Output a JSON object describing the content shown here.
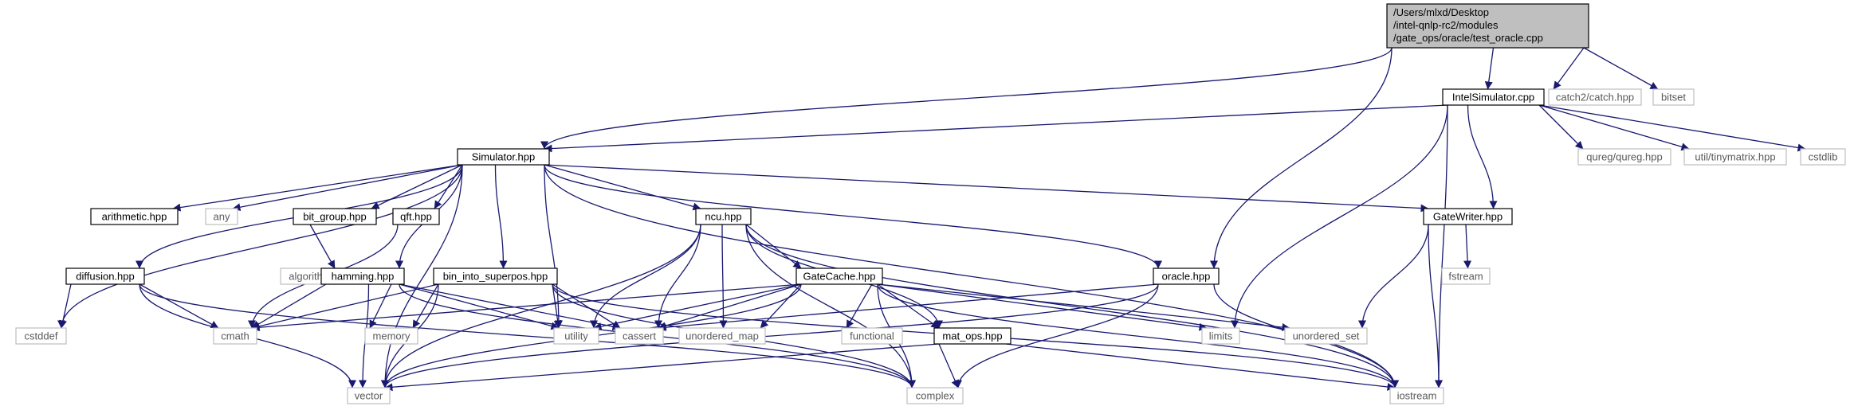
{
  "colors": {
    "edge": "#191970",
    "root_fill": "#bfbfbf",
    "root_stroke": "#000000",
    "doc_stroke": "#000000",
    "sys_stroke": "#bfbfbf",
    "text_main": "#000000",
    "text_sys": "#595959"
  },
  "nodes": {
    "root": {
      "lines": [
        "/Users/mlxd/Desktop",
        "/intel-qnlp-rc2/modules",
        "/gate_ops/oracle/test_oracle.cpp"
      ],
      "kind": "root"
    },
    "intel_simulator_cpp": {
      "label": "IntelSimulator.cpp",
      "kind": "doc"
    },
    "catch2_catch_hpp": {
      "label": "catch2/catch.hpp",
      "kind": "sys"
    },
    "bitset": {
      "label": "bitset",
      "kind": "sys"
    },
    "simulator_hpp": {
      "label": "Simulator.hpp",
      "kind": "doc"
    },
    "qureg_qureg_hpp": {
      "label": "qureg/qureg.hpp",
      "kind": "sys"
    },
    "util_tinymatrix_hpp": {
      "label": "util/tinymatrix.hpp",
      "kind": "sys"
    },
    "cstdlib": {
      "label": "cstdlib",
      "kind": "sys"
    },
    "arithmetic_hpp": {
      "label": "arithmetic.hpp",
      "kind": "doc"
    },
    "any": {
      "label": "any",
      "kind": "sys"
    },
    "bit_group_hpp": {
      "label": "bit_group.hpp",
      "kind": "doc"
    },
    "qft_hpp": {
      "label": "qft.hpp",
      "kind": "doc"
    },
    "ncu_hpp": {
      "label": "ncu.hpp",
      "kind": "doc"
    },
    "gatewriter_hpp": {
      "label": "GateWriter.hpp",
      "kind": "doc"
    },
    "diffusion_hpp": {
      "label": "diffusion.hpp",
      "kind": "doc"
    },
    "algorithm": {
      "label": "algorithm",
      "kind": "sys"
    },
    "hamming_hpp": {
      "label": "hamming.hpp",
      "kind": "doc"
    },
    "bin_into_superpos_hpp": {
      "label": "bin_into_superpos.hpp",
      "kind": "doc"
    },
    "gatecache_hpp": {
      "label": "GateCache.hpp",
      "kind": "doc"
    },
    "oracle_hpp": {
      "label": "oracle.hpp",
      "kind": "doc"
    },
    "fstream": {
      "label": "fstream",
      "kind": "sys"
    },
    "cstddef": {
      "label": "cstddef",
      "kind": "sys"
    },
    "cmath": {
      "label": "cmath",
      "kind": "sys"
    },
    "memory": {
      "label": "memory",
      "kind": "sys"
    },
    "utility": {
      "label": "utility",
      "kind": "sys"
    },
    "cassert": {
      "label": "cassert",
      "kind": "sys"
    },
    "unordered_map": {
      "label": "unordered_map",
      "kind": "sys"
    },
    "functional": {
      "label": "functional",
      "kind": "sys"
    },
    "mat_ops_hpp": {
      "label": "mat_ops.hpp",
      "kind": "doc"
    },
    "limits": {
      "label": "limits",
      "kind": "sys"
    },
    "unordered_set": {
      "label": "unordered_set",
      "kind": "sys"
    },
    "vector": {
      "label": "vector",
      "kind": "sys"
    },
    "complex": {
      "label": "complex",
      "kind": "sys"
    },
    "iostream": {
      "label": "iostream",
      "kind": "sys"
    }
  },
  "edges": [
    [
      "root",
      "simulator_hpp"
    ],
    [
      "root",
      "intel_simulator_cpp"
    ],
    [
      "root",
      "catch2_catch_hpp"
    ],
    [
      "root",
      "bitset"
    ],
    [
      "root",
      "oracle_hpp"
    ],
    [
      "intel_simulator_cpp",
      "simulator_hpp"
    ],
    [
      "intel_simulator_cpp",
      "qureg_qureg_hpp"
    ],
    [
      "intel_simulator_cpp",
      "util_tinymatrix_hpp"
    ],
    [
      "intel_simulator_cpp",
      "cstdlib"
    ],
    [
      "intel_simulator_cpp",
      "gatewriter_hpp"
    ],
    [
      "intel_simulator_cpp",
      "limits"
    ],
    [
      "intel_simulator_cpp",
      "iostream"
    ],
    [
      "simulator_hpp",
      "arithmetic_hpp"
    ],
    [
      "simulator_hpp",
      "any"
    ],
    [
      "simulator_hpp",
      "bit_group_hpp"
    ],
    [
      "simulator_hpp",
      "qft_hpp"
    ],
    [
      "simulator_hpp",
      "ncu_hpp"
    ],
    [
      "simulator_hpp",
      "gatewriter_hpp"
    ],
    [
      "simulator_hpp",
      "diffusion_hpp"
    ],
    [
      "simulator_hpp",
      "hamming_hpp"
    ],
    [
      "simulator_hpp",
      "bin_into_superpos_hpp"
    ],
    [
      "simulator_hpp",
      "oracle_hpp"
    ],
    [
      "simulator_hpp",
      "cstddef"
    ],
    [
      "simulator_hpp",
      "vector"
    ],
    [
      "simulator_hpp",
      "utility"
    ],
    [
      "simulator_hpp",
      "iostream"
    ],
    [
      "bit_group_hpp",
      "algorithm"
    ],
    [
      "qft_hpp",
      "cmath"
    ],
    [
      "ncu_hpp",
      "gatecache_hpp"
    ],
    [
      "ncu_hpp",
      "mat_ops_hpp"
    ],
    [
      "ncu_hpp",
      "utility"
    ],
    [
      "ncu_hpp",
      "cassert"
    ],
    [
      "ncu_hpp",
      "unordered_map"
    ],
    [
      "ncu_hpp",
      "vector"
    ],
    [
      "ncu_hpp",
      "complex"
    ],
    [
      "ncu_hpp",
      "iostream"
    ],
    [
      "gatewriter_hpp",
      "fstream"
    ],
    [
      "gatewriter_hpp",
      "unordered_set"
    ],
    [
      "gatewriter_hpp",
      "iostream"
    ],
    [
      "diffusion_hpp",
      "cstddef"
    ],
    [
      "diffusion_hpp",
      "cmath"
    ],
    [
      "diffusion_hpp",
      "vector"
    ],
    [
      "diffusion_hpp",
      "complex"
    ],
    [
      "hamming_hpp",
      "cmath"
    ],
    [
      "hamming_hpp",
      "memory"
    ],
    [
      "hamming_hpp",
      "utility"
    ],
    [
      "hamming_hpp",
      "cassert"
    ],
    [
      "hamming_hpp",
      "vector"
    ],
    [
      "hamming_hpp",
      "complex"
    ],
    [
      "bin_into_superpos_hpp",
      "cmath"
    ],
    [
      "bin_into_superpos_hpp",
      "memory"
    ],
    [
      "bin_into_superpos_hpp",
      "utility"
    ],
    [
      "bin_into_superpos_hpp",
      "cassert"
    ],
    [
      "bin_into_superpos_hpp",
      "vector"
    ],
    [
      "bin_into_superpos_hpp",
      "complex"
    ],
    [
      "bin_into_superpos_hpp",
      "iostream"
    ],
    [
      "gatecache_hpp",
      "cmath"
    ],
    [
      "gatecache_hpp",
      "utility"
    ],
    [
      "gatecache_hpp",
      "cassert"
    ],
    [
      "gatecache_hpp",
      "unordered_map"
    ],
    [
      "gatecache_hpp",
      "functional"
    ],
    [
      "gatecache_hpp",
      "mat_ops_hpp"
    ],
    [
      "gatecache_hpp",
      "limits"
    ],
    [
      "gatecache_hpp",
      "unordered_set"
    ],
    [
      "gatecache_hpp",
      "vector"
    ],
    [
      "gatecache_hpp",
      "complex"
    ],
    [
      "gatecache_hpp",
      "iostream"
    ],
    [
      "oracle_hpp",
      "cassert"
    ],
    [
      "oracle_hpp",
      "vector"
    ],
    [
      "oracle_hpp",
      "complex"
    ],
    [
      "oracle_hpp",
      "iostream"
    ],
    [
      "mat_ops_hpp",
      "vector"
    ],
    [
      "mat_ops_hpp",
      "complex"
    ],
    [
      "mat_ops_hpp",
      "iostream"
    ]
  ]
}
